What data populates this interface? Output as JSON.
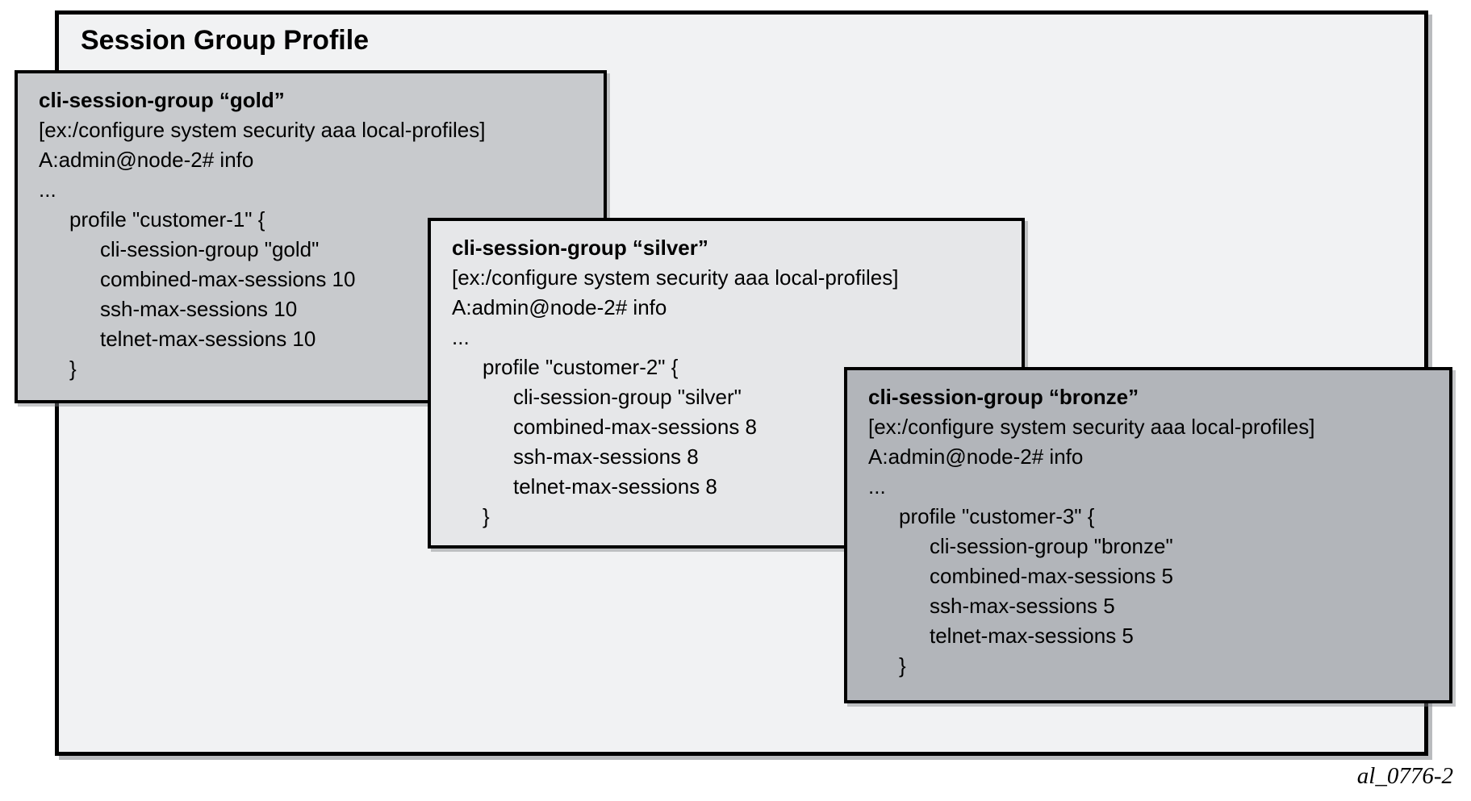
{
  "title": "Session Group Profile",
  "caption": "al_0776-2",
  "colors": {
    "page_background": "#ffffff",
    "outer_fill": "#f1f2f3",
    "border": "#000000",
    "gold_fill": "#c8cacd",
    "silver_fill": "#e6e7e9",
    "bronze_fill": "#b2b5ba"
  },
  "boxes": [
    {
      "key": "gold",
      "fill": "#c8cacd",
      "header": "cli-session-group “gold”",
      "lines": [
        "[ex:/configure system security aaa local-profiles]",
        "A:admin@node-2# info",
        "...",
        "profile \"customer-1\" {",
        "cli-session-group \"gold\"",
        "combined-max-sessions 10",
        "ssh-max-sessions 10",
        "telnet-max-sessions 10",
        "}"
      ]
    },
    {
      "key": "silver",
      "fill": "#e6e7e9",
      "header": "cli-session-group “silver”",
      "lines": [
        "[ex:/configure system security aaa local-profiles]",
        "A:admin@node-2# info",
        "...",
        "profile \"customer-2\" {",
        "cli-session-group \"silver\"",
        "combined-max-sessions 8",
        "ssh-max-sessions 8",
        "telnet-max-sessions 8",
        "}"
      ]
    },
    {
      "key": "bronze",
      "fill": "#b2b5ba",
      "header": "cli-session-group “bronze”",
      "lines": [
        "[ex:/configure system security aaa local-profiles]",
        "A:admin@node-2# info",
        "...",
        "profile \"customer-3\" {",
        "cli-session-group \"bronze\"",
        "combined-max-sessions 5",
        "ssh-max-sessions 5",
        "telnet-max-sessions 5",
        "}"
      ]
    }
  ]
}
